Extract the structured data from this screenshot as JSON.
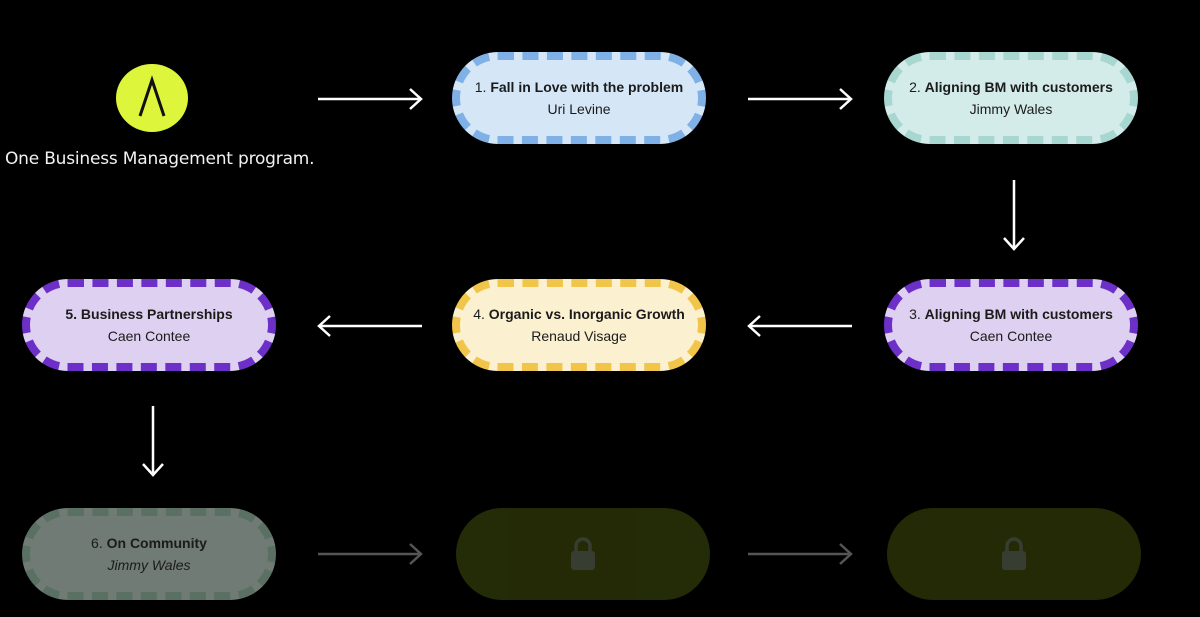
{
  "brand": {
    "logo_icon": "lambda-logo-icon",
    "logo_color": "#ddf53a",
    "tagline": "One Business Management program."
  },
  "steps": [
    {
      "num": "1.",
      "title": "Fall in Love with the problem",
      "speaker": "Uri Levine",
      "fill": "#d5e6f7",
      "dash": "#7fb0e6"
    },
    {
      "num": "2.",
      "title": "Aligning BM with customers",
      "speaker": "Jimmy Wales",
      "fill": "#d4ece9",
      "dash": "#a8d6d0"
    },
    {
      "num": "3.",
      "title": "Aligning BM with customers",
      "speaker": "Caen Contee",
      "fill": "#ddd0f0",
      "dash": "#6c2fc7"
    },
    {
      "num": "4.",
      "title": "Organic vs. Inorganic Growth",
      "speaker": "Renaud Visage",
      "fill": "#fbf0cf",
      "dash": "#f1c54a"
    },
    {
      "num": "5.",
      "title": "Business Partnerships",
      "speaker": "Caen Contee",
      "fill": "#ddd0f0",
      "dash": "#6c2fc7"
    },
    {
      "num": "6.",
      "title": "On Community",
      "speaker": "Jimmy Wales",
      "fill": "#6f7b74",
      "dash": "#5a7063"
    }
  ],
  "locked": [
    {
      "icon": "lock-icon",
      "fill": "#262d07"
    },
    {
      "icon": "lock-icon",
      "fill": "#262d07"
    }
  ]
}
